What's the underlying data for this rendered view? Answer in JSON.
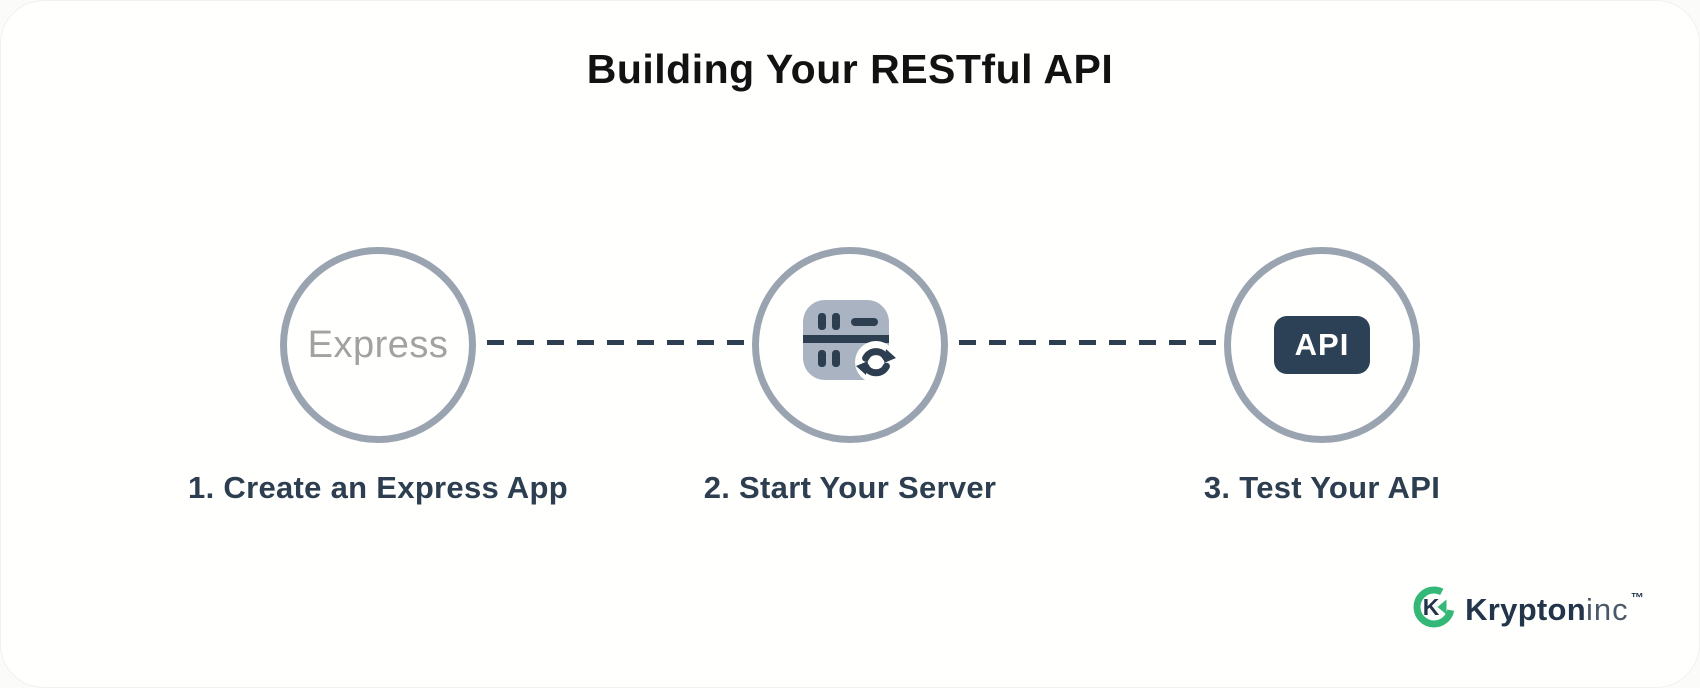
{
  "title": "Building Your RESTful API",
  "colors": {
    "navy": "#2d3e50",
    "circle_border": "#9aa3b0",
    "server_icon_body": "#a9b3c1",
    "api_badge_bg": "#2d4156",
    "express_gray": "#a2a2a2",
    "brand_green": "#34b877",
    "brand_navy": "#22354a",
    "title_color": "#121212"
  },
  "steps": [
    {
      "label": "1. Create an Express App",
      "icon": "express-wordmark",
      "icon_text": "Express"
    },
    {
      "label": "2. Start Your Server",
      "icon": "server-sync-icon"
    },
    {
      "label": "3. Test Your API",
      "icon": "api-badge",
      "badge_text": "API"
    }
  ],
  "brand": {
    "name": "Krypton",
    "suffix": "inc",
    "trademark": "™"
  }
}
